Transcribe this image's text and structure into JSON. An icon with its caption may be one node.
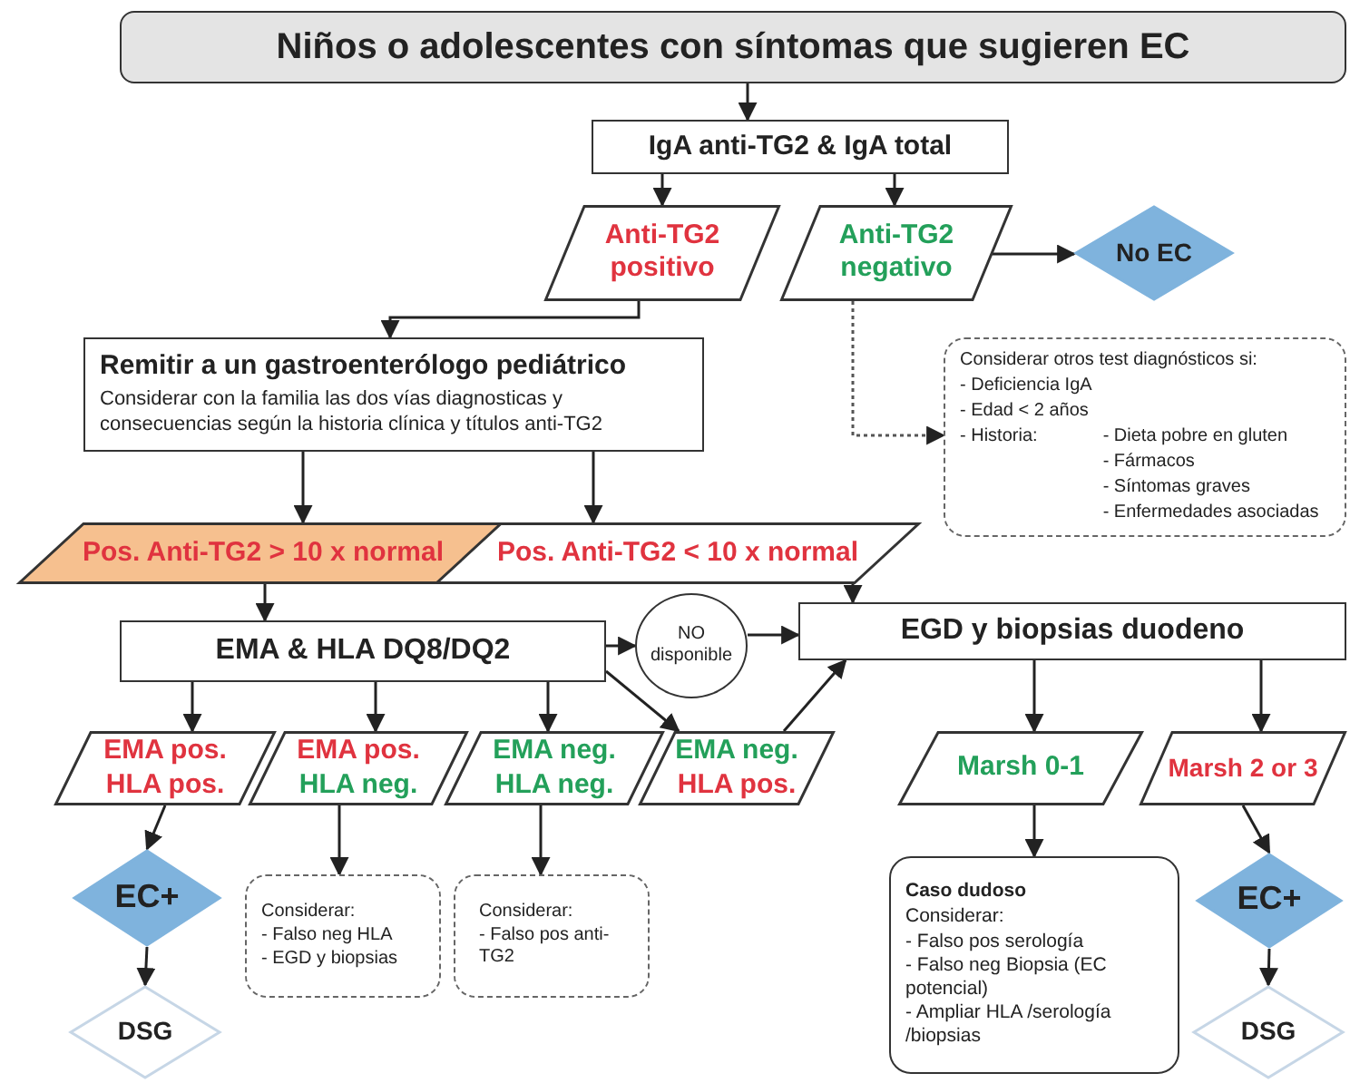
{
  "diagram": {
    "nodes": [
      {
        "text": [
          "Niños o adolescentes con síntomas que sugieren EC"
        ]
      },
      {
        "text": [
          "IgA anti-TG2 & IgA total"
        ]
      },
      {
        "text": [
          "Anti-TG2 positivo"
        ]
      },
      {
        "text": [
          "Anti-TG2 negativo"
        ]
      },
      {
        "text": [
          "No EC"
        ]
      },
      {
        "text": [
          "Remitir a un gastroenterólogo pediátrico",
          "Considerar con la familia las dos vías diagnosticas y consecuencias según la historia clínica y títulos anti-TG2"
        ]
      },
      {
        "text": [
          "Considerar otros test diagnósticos si:",
          "- Deficiencia IgA",
          "- Edad < 2 años",
          "- Historia:",
          "- Dieta pobre en gluten",
          "- Fármacos",
          "- Síntomas graves",
          "- Enfermedades asociadas"
        ]
      },
      {
        "text": [
          "Pos. Anti-TG2 > 10 x normal"
        ]
      },
      {
        "text": [
          "Pos. Anti-TG2 < 10 x normal"
        ]
      },
      {
        "text": [
          "EMA & HLA DQ8/DQ2"
        ]
      },
      {
        "text": [
          "NO disponible"
        ]
      },
      {
        "text": [
          "EGD y biopsias duodeno"
        ]
      },
      {
        "text": [
          "EMA pos.",
          "HLA pos."
        ]
      },
      {
        "text": [
          "EMA pos.",
          "HLA neg."
        ]
      },
      {
        "text": [
          "EMA neg.",
          "HLA neg."
        ]
      },
      {
        "text": [
          "EMA neg.",
          "HLA pos."
        ]
      },
      {
        "text": [
          "Marsh 0-1"
        ]
      },
      {
        "text": [
          "Marsh 2 or 3"
        ]
      },
      {
        "text": [
          "EC+"
        ]
      },
      {
        "text": [
          "Considerar:",
          "- Falso neg HLA",
          "- EGD y biopsias"
        ]
      },
      {
        "text": [
          "Considerar:",
          "- Falso pos anti-TG2"
        ]
      },
      {
        "text": [
          "Caso dudoso",
          "Considerar:",
          "- Falso pos serología",
          "- Falso neg Biopsia (EC potencial)",
          "- Ampliar HLA /serología /biopsias"
        ]
      },
      {
        "text": [
          "EC+"
        ]
      },
      {
        "text": [
          "DSG"
        ]
      },
      {
        "text": [
          "DSG"
        ]
      }
    ],
    "edges": [
      {
        "from": 0,
        "to": 1,
        "arrow": "to"
      },
      {
        "from": 1,
        "to": 2,
        "arrow": "to"
      },
      {
        "from": 1,
        "to": 3,
        "arrow": "to"
      },
      {
        "from": 3,
        "to": 4,
        "arrow": "to"
      },
      {
        "from": 3,
        "to": 6,
        "arrow": "to",
        "style": "dashed"
      },
      {
        "from": 2,
        "to": 5,
        "arrow": "to"
      },
      {
        "from": 5,
        "to": 7,
        "arrow": "to"
      },
      {
        "from": 5,
        "to": 8,
        "arrow": "to"
      },
      {
        "from": 7,
        "to": 9,
        "arrow": "to"
      },
      {
        "from": 9,
        "to": 10,
        "arrow": "to"
      },
      {
        "from": 10,
        "to": 11,
        "arrow": "to"
      },
      {
        "from": 8,
        "to": 11,
        "arrow": "to"
      },
      {
        "from": 9,
        "to": 12,
        "arrow": "to"
      },
      {
        "from": 9,
        "to": 13,
        "arrow": "to"
      },
      {
        "from": 9,
        "to": 14,
        "arrow": "to"
      },
      {
        "from": 9,
        "to": 15,
        "arrow": "to"
      },
      {
        "from": 15,
        "to": 11,
        "arrow": "to"
      },
      {
        "from": 11,
        "to": 16,
        "arrow": "to"
      },
      {
        "from": 11,
        "to": 17,
        "arrow": "to"
      },
      {
        "from": 12,
        "to": 18,
        "arrow": "to"
      },
      {
        "from": 18,
        "to": 23,
        "arrow": "to"
      },
      {
        "from": 13,
        "to": 19,
        "arrow": "to"
      },
      {
        "from": 14,
        "to": 20,
        "arrow": "to"
      },
      {
        "from": 16,
        "to": 21,
        "arrow": "to"
      },
      {
        "from": 17,
        "to": 22,
        "arrow": "to"
      },
      {
        "from": 22,
        "to": 24,
        "arrow": "to"
      }
    ]
  }
}
